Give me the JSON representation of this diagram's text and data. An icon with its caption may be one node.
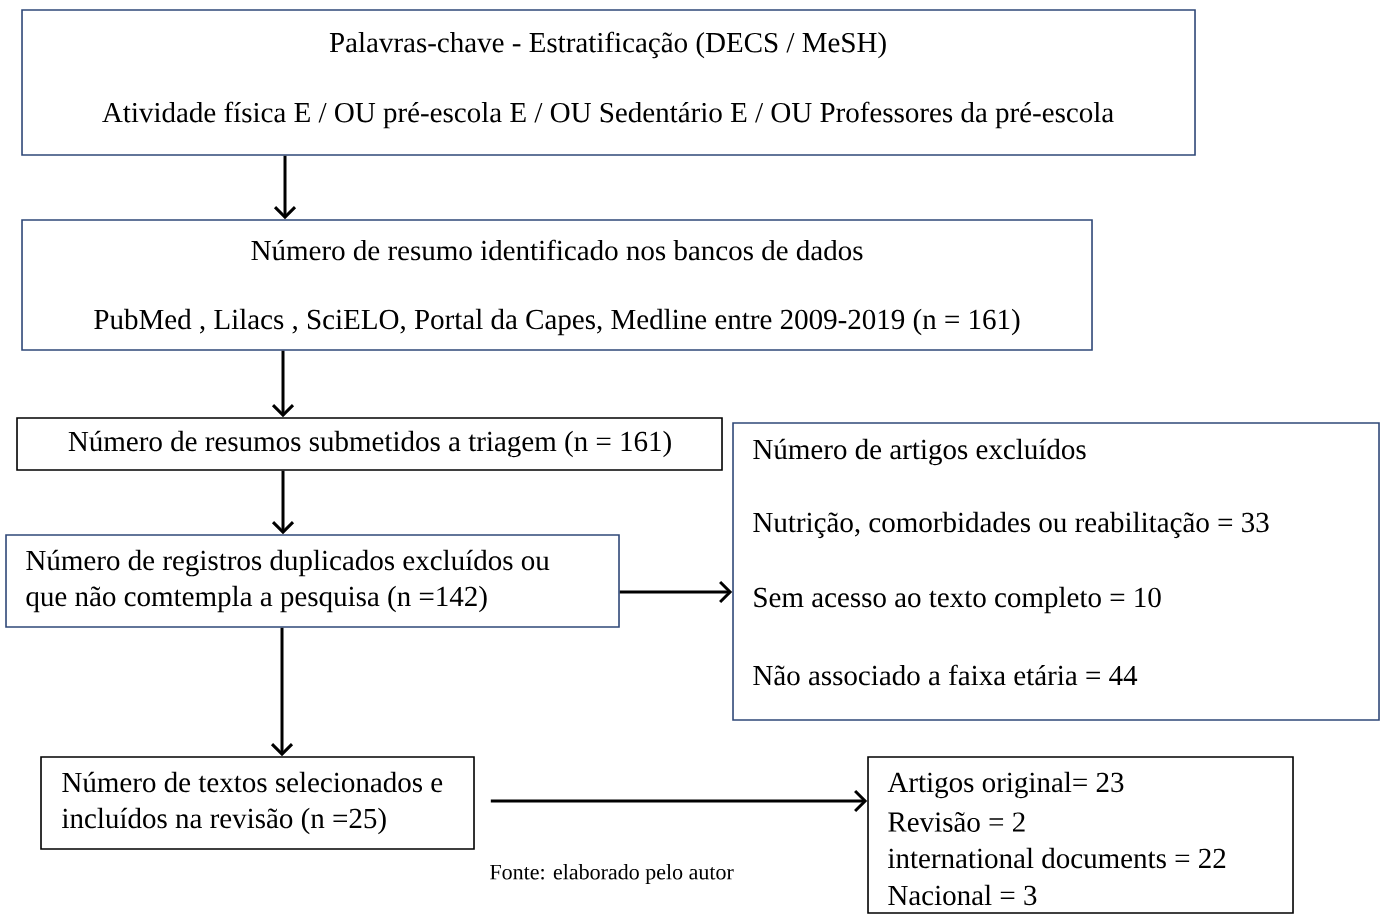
{
  "diagram": {
    "nodes": [
      {
        "text": [
          "Palavras-chave - Estratificação (DECS / MeSH)",
          "Atividade física E / OU pré-escola E / OU Sedentário E / OU Professores da pré-escola"
        ]
      },
      {
        "text": [
          "Número de resumo identificado nos bancos de dados",
          "PubMed ,  Lilacs , SciELO, Portal da Capes, Medline entre 2009-2019 (n = 161)"
        ]
      },
      {
        "text": [
          "Número de resumos submetidos a triagem (n = 161)"
        ]
      },
      {
        "text": [
          "Número de artigos excluídos",
          "Nutrição, comorbidades ou reabilitação = 33",
          "Sem acesso ao texto completo = 10",
          "Não associado a faixa etária = 44"
        ]
      },
      {
        "text": [
          "Número de registros duplicados excluídos ou que não  comtempla  a pesquisa  (n =142)"
        ]
      },
      {
        "text": [
          "Número de textos selecionados e incluídos na revisão (n =25)"
        ]
      },
      {
        "text": [
          "Artigos original=  23",
          "Revisão = 2",
          "international documents = 22",
          "Nacional = 3"
        ]
      }
    ],
    "edges": [
      {
        "from": 0,
        "to": 1,
        "arrow": "to"
      },
      {
        "from": 1,
        "to": 2,
        "arrow": "to"
      },
      {
        "from": 2,
        "to": 4,
        "arrow": "to"
      },
      {
        "from": 4,
        "to": 3,
        "arrow": "to"
      },
      {
        "from": 4,
        "to": 5,
        "arrow": "to"
      },
      {
        "from": 5,
        "to": 6,
        "arrow": "to"
      }
    ],
    "labels": [
      "Fonte: elaborado pelo autor"
    ]
  }
}
